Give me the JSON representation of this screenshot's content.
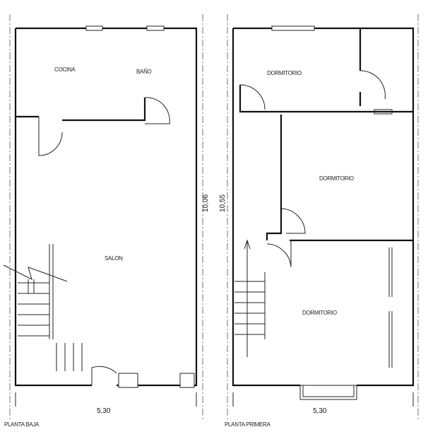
{
  "plans": [
    {
      "title": "PLANTA BAJA",
      "width_dim": "5,30",
      "height_dim": "10,06",
      "rooms": [
        "COCINA",
        "BAÑO",
        "SALON"
      ]
    },
    {
      "title": "PLANTA PRIMERA",
      "width_dim": "5,30",
      "height_dim": "10,55",
      "rooms": [
        "DORMITORIO",
        "DORMITORIO",
        "DORMITORIO"
      ]
    }
  ],
  "colors": {
    "line": "#111111",
    "background": "#ffffff"
  }
}
